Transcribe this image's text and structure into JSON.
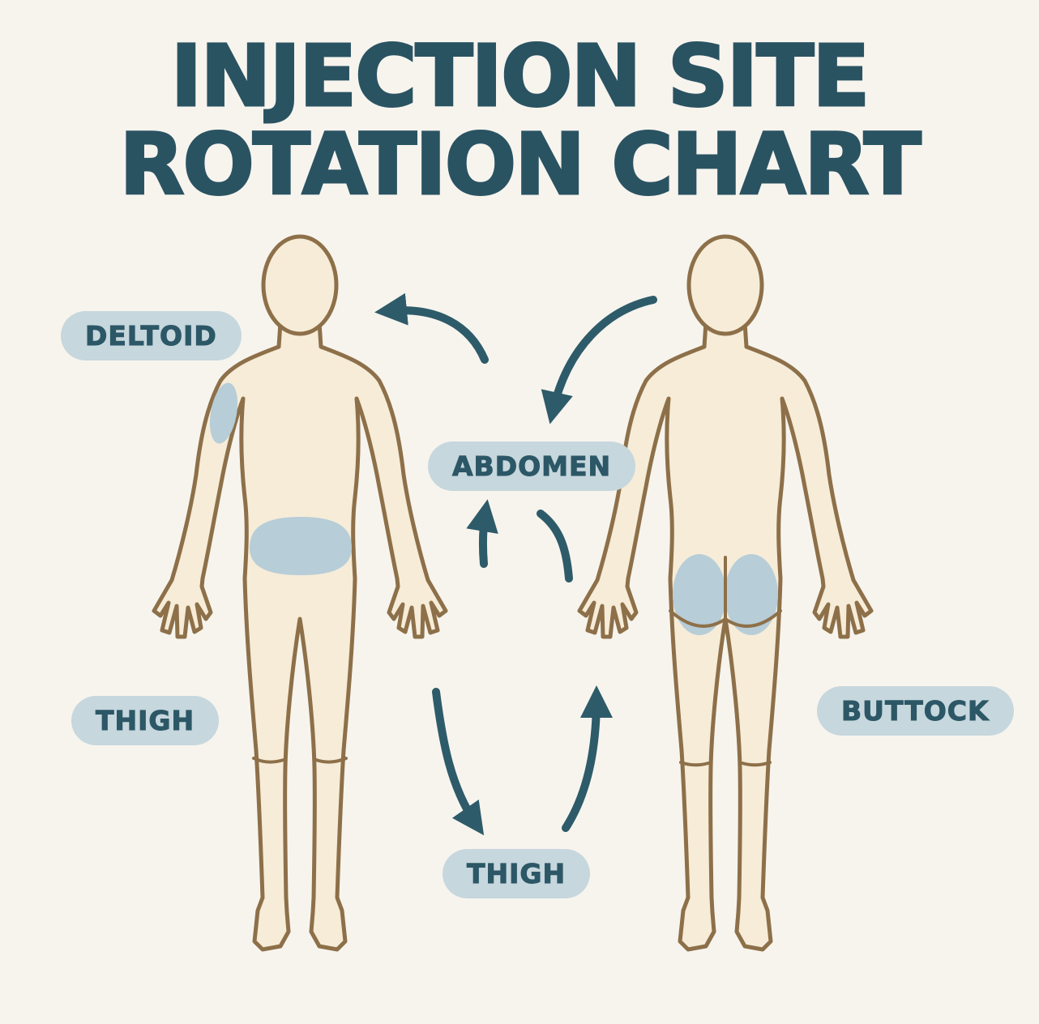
{
  "title": {
    "line1": "INJECTION SITE",
    "line2": "ROTATION CHART"
  },
  "labels": {
    "deltoid": "DELTOID",
    "abdomen": "ABDOMEN",
    "thigh_front": "THIGH",
    "buttock": "BUTTOCK",
    "thigh_back": "THIGH"
  },
  "figures": {
    "front_figure": "human-body-front-view",
    "back_figure": "human-body-back-view"
  },
  "highlighted_sites": [
    "deltoid",
    "abdomen",
    "buttock-left",
    "buttock-right"
  ],
  "colors": {
    "background": "#f7f4ee",
    "title_text": "#2a5362",
    "label_pill_background": "#c6d7dd",
    "label_text": "#2c5766",
    "skin": "#f6ecd8",
    "body_outline": "#8d7049",
    "site_highlight": "#b7cdd8",
    "arrow": "#2e5b69"
  }
}
